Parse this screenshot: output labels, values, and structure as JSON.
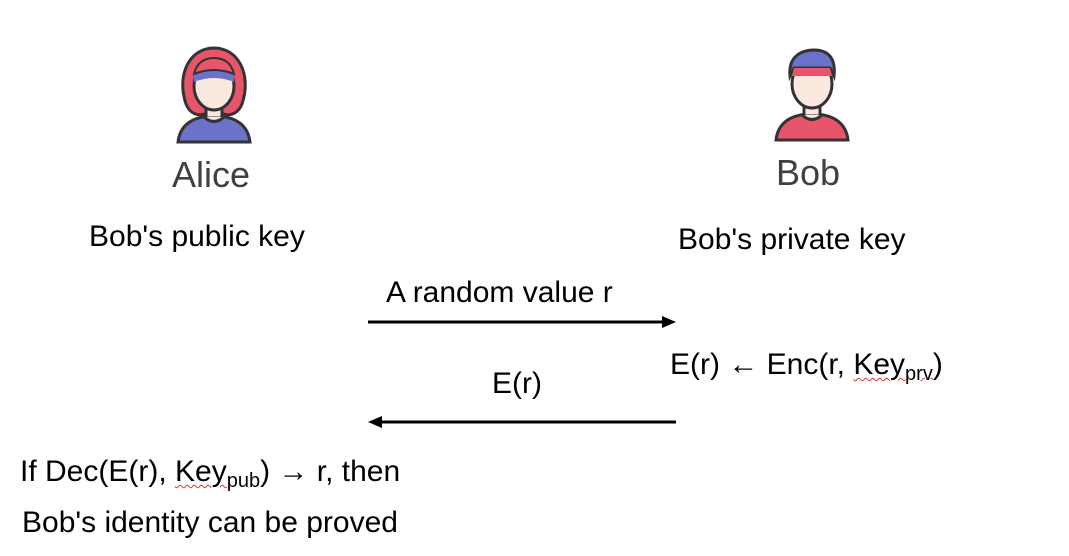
{
  "alice": {
    "name": "Alice",
    "holds": "Bob's public key",
    "colors": {
      "hair": "#e8546a",
      "band": "#6a72c9",
      "shirt": "#6a72c9",
      "skin": "#fbe8df",
      "outline": "#333333"
    }
  },
  "bob": {
    "name": "Bob",
    "holds": "Bob's private key",
    "colors": {
      "hair": "#6a72c9",
      "band": "#e8546a",
      "shirt": "#e8546a",
      "skin": "#fbe8df",
      "outline": "#333333"
    }
  },
  "step1": {
    "label": "A random value r",
    "direction": "alice-to-bob"
  },
  "step2": {
    "label": "E(r)",
    "direction": "bob-to-alice"
  },
  "bob_computation": {
    "prefix": "E(r) ← Enc(r, ",
    "key": "Key",
    "key_sub": "prv",
    "suffix": ")"
  },
  "alice_verification": {
    "line1_prefix": "If Dec(E(r), ",
    "key": "Key",
    "key_sub": "pub",
    "line1_suffix": ") → r, then",
    "line2": "Bob's identity can be proved"
  },
  "arrow_color": "#000000"
}
